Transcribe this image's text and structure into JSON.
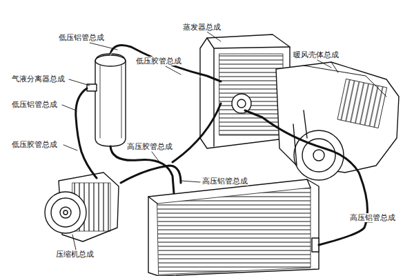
{
  "diagram": {
    "labels": [
      "低压铝管总成",
      "蒸发器总成",
      "低压胶管总成",
      "暖风壳体总成",
      "气液分离器总成",
      "低压铝管总成",
      "低压胶管总成",
      "高压胶管总成",
      "高压铝管总成",
      "高压铝管总成",
      "压缩机总成"
    ]
  }
}
